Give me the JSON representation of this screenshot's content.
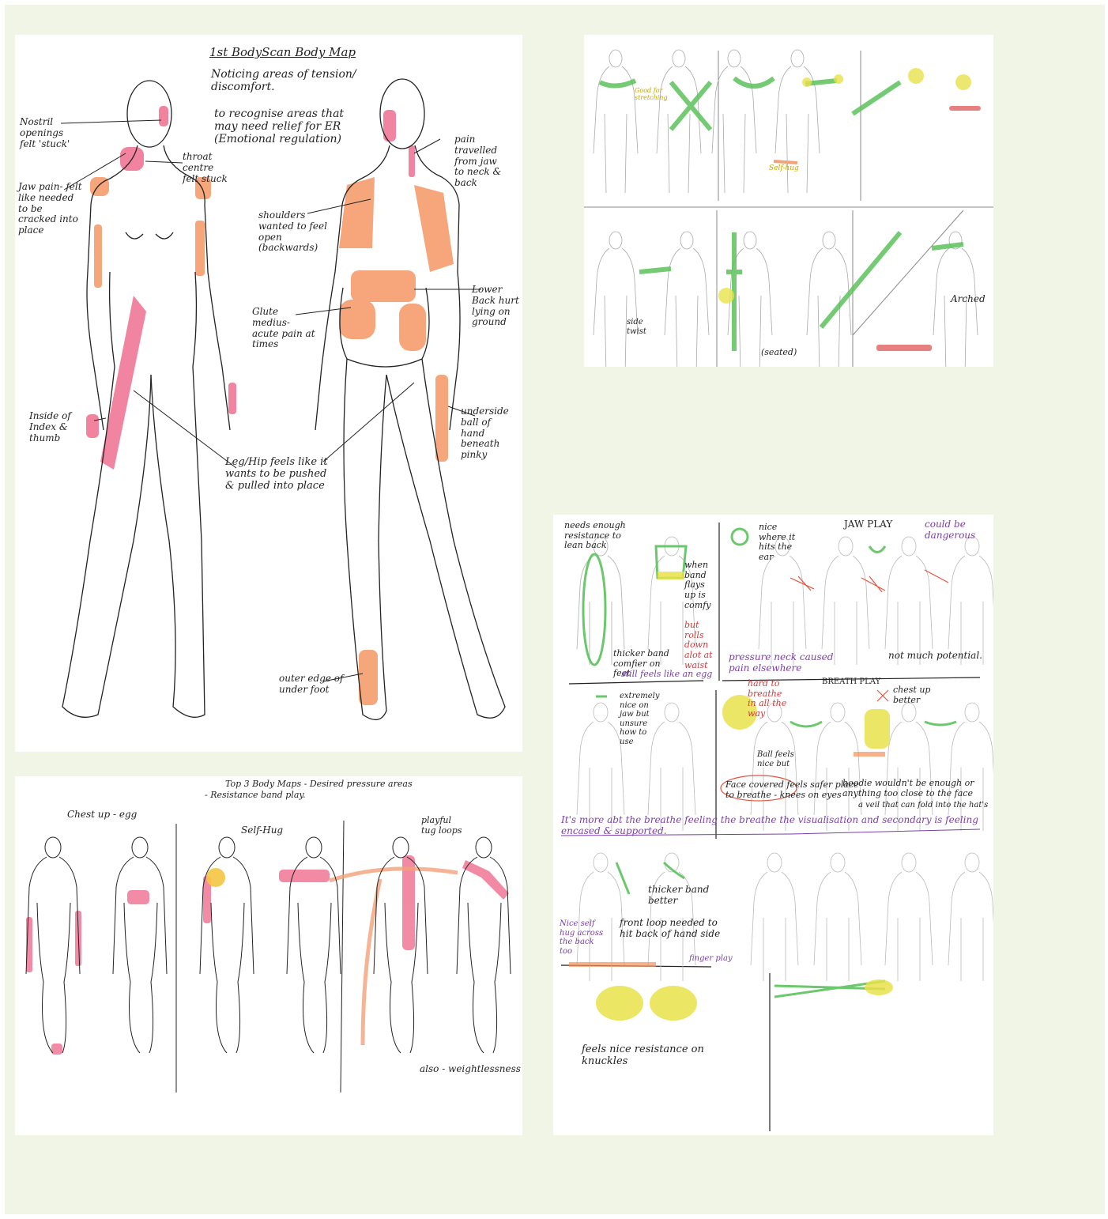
{
  "sheet1": {
    "title": "1st BodyScan Body Map",
    "subtitle": "Noticing areas of tension/ discomfort.",
    "purpose": "to recognise areas that may need relief for ER (Emotional regulation)",
    "labels": {
      "nostril": "Nostril openings felt 'stuck'",
      "jaw": "Jaw pain- felt like needed to be cracked into place",
      "throat": "throat centre felt stuck",
      "pain_travel": "pain travelled from jaw to neck & back",
      "shoulders": "shoulders wanted to feel open (backwards)",
      "lower_back": "Lower Back hurt lying on ground",
      "glute": "Glute medius- acute pain at times",
      "hand_inside": "Inside of Index & thumb",
      "leg_hip": "Leg/Hip feels like it wants to be pushed & pulled into place",
      "hand_under": "underside ball of hand beneath pinky",
      "foot": "outer edge of under foot"
    },
    "colors": {
      "pink": "#ef6e8f",
      "orange": "#f4905a"
    }
  },
  "sheet2": {
    "title": "Top 3 Body Maps - Desired pressure areas",
    "subtitle": "- Resistance band play.",
    "col1": "Chest up - egg",
    "col2": "Self-Hug",
    "col3": "playful tug loops",
    "footnote": "also - weightlessness"
  },
  "sheet3": {
    "n1": "Good for stretching",
    "n2": "Self-hug",
    "n3": "side twist",
    "n4": "(seated)",
    "n5": "Arched",
    "colors": {
      "green": "#5cc25c",
      "yellow": "#e8e24a"
    }
  },
  "sheet4": {
    "n_needs": "needs enough resistance to lean back",
    "n_when": "when band flays up is comfy",
    "n_rolls": "but rolls down alot at waist",
    "n_thicker": "thicker band comfier on feet",
    "n_egg": "still feels like an egg",
    "n_nice": "nice where it hits the ear",
    "jaw_play": "JAW PLAY",
    "n_danger": "could be dangerous",
    "n_neck": "pressure neck caused pain elsewhere",
    "n_potential": "not much potential.",
    "n_extreme": "extremely nice on jaw but unsure how to use",
    "n_hard": "hard to breathe in all the way",
    "breath_play": "BREATH PLAY",
    "n_chest": "chest up better",
    "n_ball": "Ball feels nice but",
    "n_face": "Face covered feels safer place to breathe - knees on eyes",
    "n_hoodie": "hoodie wouldn't be enough or anything too close to the face",
    "n_veil": "a veil that can fold into the hat's",
    "n_abt": "It's more abt the breathe feeling the breathe the visualisation and secondary is feeling encased & supported.",
    "n_band": "thicker band better",
    "n_selfhug": "Nice self hug across the back too",
    "n_loop": "front loop needed to hit back of hand side",
    "n_finger": "finger play",
    "n_knuckles": "feels nice resistance on knuckles"
  }
}
